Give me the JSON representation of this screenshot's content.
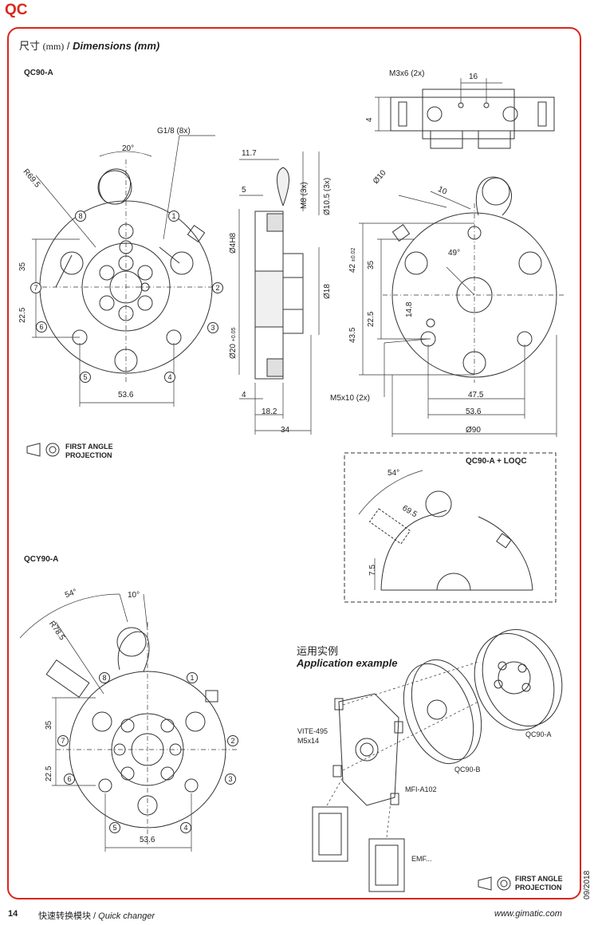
{
  "header": {
    "section": "QC"
  },
  "title": {
    "cn": "尺寸",
    "unit_cn": "(mm)",
    "en": "Dimensions (mm)"
  },
  "views": {
    "qc90a": "QC90-A",
    "qcy90a": "QCY90-A",
    "loqc": "QC90-A + LOQC"
  },
  "dims_qc90a": {
    "g18": "G1/8 (8x)",
    "ang20": "20°",
    "r695": "R69.5",
    "d35": "35",
    "d225": "22.5",
    "d536": "53.6",
    "d117": "11.7",
    "d5": "5",
    "d4h8": "Ø4H8",
    "d20": "Ø20",
    "tol20": "+0.05",
    "d4": "4",
    "d182": "18.2",
    "d34": "34",
    "m8": "M8 (3x)",
    "d105": "Ø10.5 (3x)",
    "d18": "Ø18",
    "m3x6": "M3x6 (2x)",
    "d16": "16",
    "d4b": "4",
    "d10a": "Ø10",
    "d10b": "10",
    "ang49": "49°",
    "d42": "42",
    "tol42": "±0.02",
    "d35b": "35",
    "d225b": "22.5",
    "d148": "14.8",
    "d435": "43.5",
    "m5x10": "M5x10 (2x)",
    "d475": "47.5",
    "d536b": "53.6",
    "d90": "Ø90"
  },
  "dims_loqc": {
    "ang54": "54°",
    "d695": "69.5",
    "d75": "7.5"
  },
  "dims_qcy": {
    "ang54": "54°",
    "ang10": "10°",
    "r785": "R78.5",
    "d35": "35",
    "d225": "22.5",
    "d536": "53.6"
  },
  "ports": [
    "1",
    "2",
    "3",
    "4",
    "5",
    "6",
    "7",
    "8"
  ],
  "projection": {
    "line1": "FIRST ANGLE",
    "line2": "PROJECTION"
  },
  "application": {
    "title_cn": "运用实例",
    "title_en": "Application example",
    "labels": {
      "vite": "VITE-495",
      "m5x14": "M5x14",
      "qc90b": "QC90-B",
      "qc90a": "QC90-A",
      "mfi": "MFI-A102",
      "emf": "EMF..."
    }
  },
  "footer": {
    "page": "14",
    "cn": "快速转换模块",
    "en": "Quick changer",
    "url": "www.gimatic.com",
    "date": "09/2018"
  }
}
